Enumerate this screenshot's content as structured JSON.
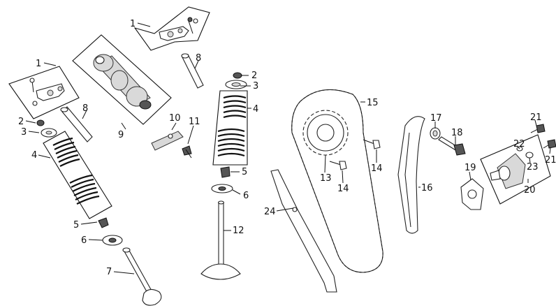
{
  "labels": {
    "rocker_top": "1",
    "rocker_left": "1",
    "cap_left": "2",
    "cap_mid": "2",
    "washer_left": "3",
    "washer_mid": "3",
    "spring_left": "4",
    "spring_mid": "4",
    "keeper_left": "5",
    "keeper_mid": "5",
    "seat_left": "6",
    "seat_mid": "6",
    "valve_left": "7",
    "pin_top": "8",
    "pin_left": "8",
    "camshaft": "9",
    "plate": "10",
    "bolt_small": "11",
    "valve_mid": "12",
    "sprocket": "13",
    "bolt_a": "14",
    "bolt_b": "14",
    "chain": "15",
    "guide_right": "16",
    "oring": "17",
    "tensioner_bolt": "18",
    "gasket": "19",
    "tensioner_box": "20",
    "screw_top": "21",
    "screw_bottom": "21",
    "spring_small": "22",
    "tensioner_body": "23",
    "guide_left": "24"
  }
}
